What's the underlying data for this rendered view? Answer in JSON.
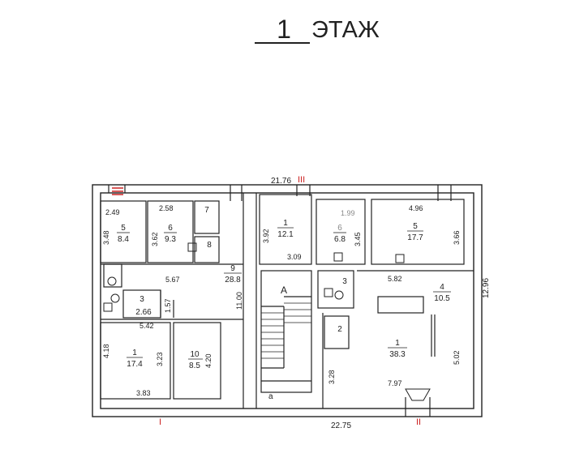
{
  "title": {
    "number": "1",
    "label": "ЭТАЖ"
  },
  "overall_dimensions": {
    "top": "21.76",
    "bottom": "22.75",
    "right": "12.96"
  },
  "section_marks": {
    "top": "III",
    "bottom_left": "I",
    "bottom_right": "II"
  },
  "stair_label": "A",
  "stair_sub_label": "a",
  "rooms": [
    {
      "key": "l5",
      "number": "5",
      "area": "8.4"
    },
    {
      "key": "l6",
      "number": "6",
      "area": "9.3"
    },
    {
      "key": "l7",
      "number": "7",
      "area": ""
    },
    {
      "key": "l8",
      "number": "8",
      "area": ""
    },
    {
      "key": "l9",
      "number": "9",
      "area": "28.8"
    },
    {
      "key": "l3",
      "number": "3",
      "area": "2.66"
    },
    {
      "key": "l1",
      "number": "1",
      "area": "17.4"
    },
    {
      "key": "l10",
      "number": "10",
      "area": "8.5"
    },
    {
      "key": "c1",
      "number": "1",
      "area": "12.1"
    },
    {
      "key": "c6",
      "number": "6",
      "area": "6.8"
    },
    {
      "key": "r5",
      "number": "5",
      "area": "17.7"
    },
    {
      "key": "r3",
      "number": "3",
      "area": ""
    },
    {
      "key": "r4",
      "number": "4",
      "area": "10.5"
    },
    {
      "key": "r2",
      "number": "2",
      "area": ""
    },
    {
      "key": "r1",
      "number": "1",
      "area": "38.3"
    }
  ],
  "dimensions": {
    "d_249": "2.49",
    "d_348": "3.48",
    "d_258": "2.58",
    "d_362": "3.62",
    "d_567": "5.67",
    "d_1100": "11.00",
    "d_157": "1.57",
    "d_542": "5.42",
    "d_418": "4.18",
    "d_323": "3.23",
    "d_420": "4.20",
    "d_383": "3.83",
    "d_392": "3.92",
    "d_309": "3.09",
    "d_199": "1.99",
    "d_345": "3.45",
    "d_496": "4.96",
    "d_366": "3.66",
    "d_582": "5.82",
    "d_328": "3.28",
    "d_502": "5.02",
    "d_797": "7.97"
  }
}
